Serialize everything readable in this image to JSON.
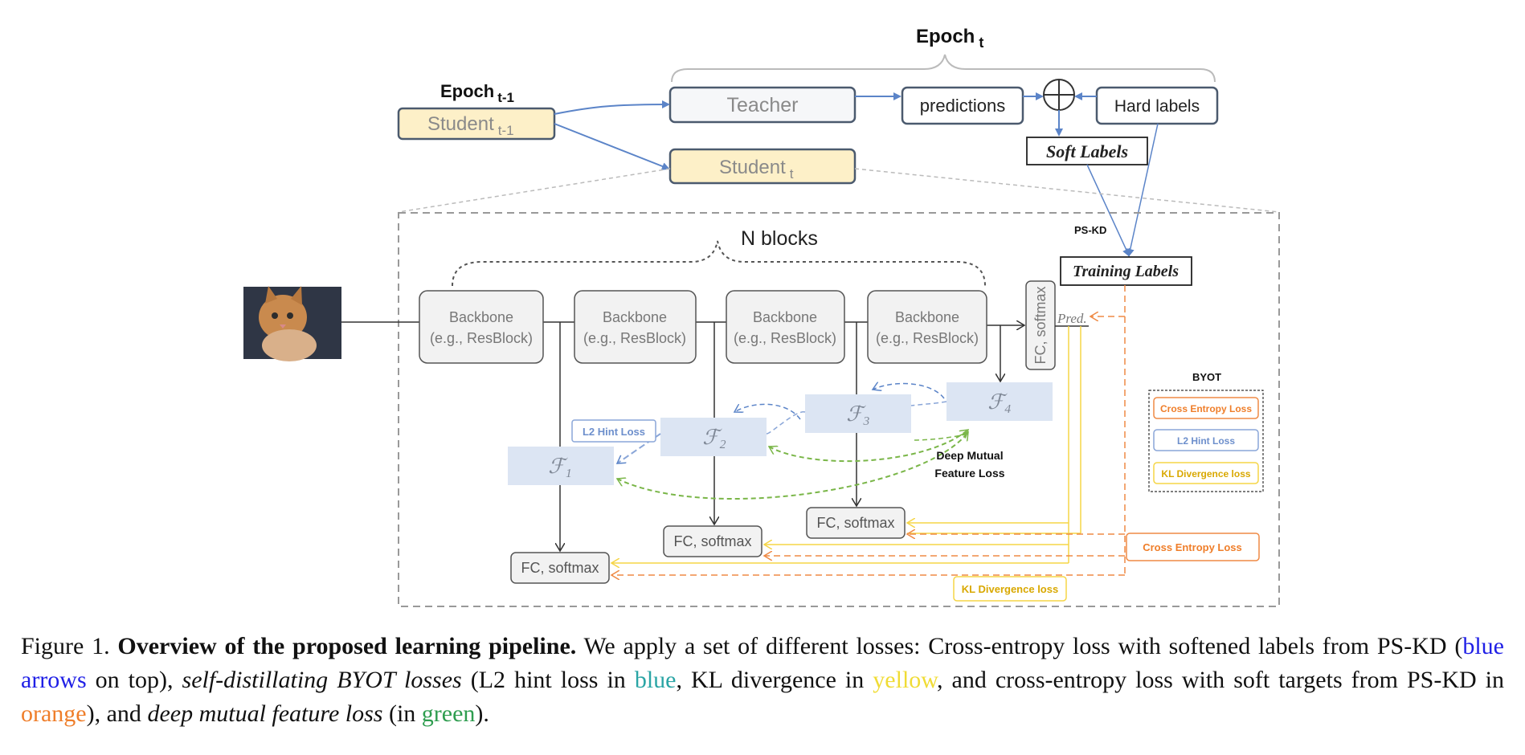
{
  "figure": {
    "epoch_t": "Epoch",
    "epoch_t_sub": "t",
    "epoch_t_minus_1": "Epoch",
    "epoch_t_minus_1_sub": "t-1",
    "student_prev": "Student",
    "student_prev_sub": "t-1",
    "teacher": "Teacher",
    "predictions": "predictions",
    "hard_labels": "Hard labels",
    "soft_labels": "Soft Labels",
    "student_current": "Student",
    "student_current_sub": "t",
    "ps_kd": "PS-KD",
    "training_labels": "Training Labels",
    "n_blocks": "N blocks",
    "backbone_line1": "Backbone",
    "backbone_line2": "(e.g., ResBlock)",
    "fc_softmax": "FC, softmax",
    "pred": "Pred.",
    "features": [
      "ℱ₁",
      "ℱ₂",
      "ℱ₃",
      "ℱ₄"
    ],
    "l2_hint_loss": "L2 Hint Loss",
    "deep_mutual_line1": "Deep Mutual",
    "deep_mutual_line2": "Feature Loss",
    "byot_title": "BYOT",
    "legend_cross_entropy": "Cross Entropy Loss",
    "legend_l2": "L2 Hint Loss",
    "legend_kl": "KL Divergence loss",
    "cross_entropy_loss": "Cross Entropy Loss",
    "kl_divergence_loss": "KL Divergence loss",
    "colors": {
      "student_fill": "#fdf0c8",
      "box_stroke": "#4b5a6e",
      "arrow_blue": "#5b84c8",
      "feature_fill": "#dce5f3",
      "orange": "#ef8a45",
      "yellow": "#f5d547",
      "green": "#7ab648",
      "gray_box": "#f2f2f2"
    }
  },
  "caption": {
    "label": "Figure 1.",
    "title": "Overview of the proposed learning pipeline.",
    "t1": "We apply a set of different losses: Cross-entropy loss with softened labels from PS-KD (",
    "blue_arrows": "blue arrows",
    "t2": "on top),",
    "byot_losses": "self-distillating BYOT losses",
    "t3": "(L2 hint loss in",
    "blue": "blue",
    "t4": ", KL divergence in",
    "yellow": "yellow",
    "t5": ", and cross-entropy loss with soft targets from PS-KD in",
    "orange": "orange",
    "t6": "), and",
    "deep_mutual": "deep mutual feature loss",
    "t7": "(in",
    "green": "green",
    "t8": ")."
  }
}
